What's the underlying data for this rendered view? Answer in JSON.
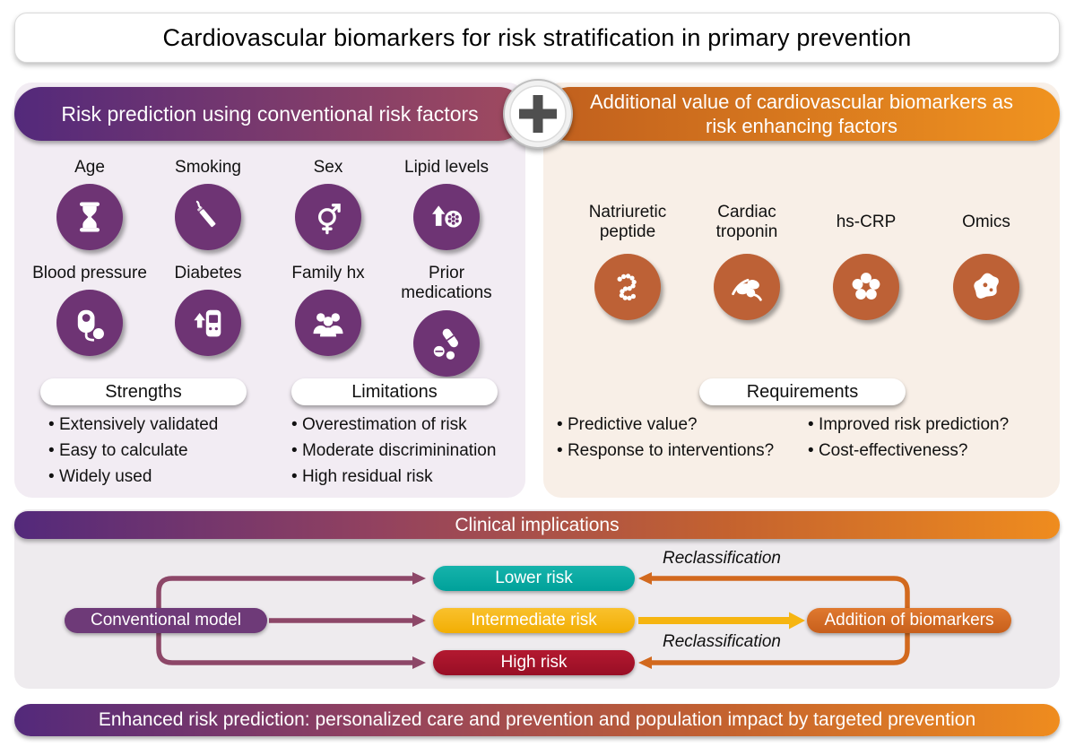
{
  "title": "Cardiovascular biomarkers for risk stratification in primary prevention",
  "left_panel": {
    "header": "Risk prediction using conventional risk factors",
    "factors": [
      {
        "label": "Age",
        "icon": "hourglass-icon"
      },
      {
        "label": "Smoking",
        "icon": "cigarette-icon"
      },
      {
        "label": "Sex",
        "icon": "sex-symbol-icon"
      },
      {
        "label": "Lipid levels",
        "icon": "lipid-particle-icon"
      },
      {
        "label": "Blood pressure",
        "icon": "blood-pressure-icon"
      },
      {
        "label": "Diabetes",
        "icon": "glucometer-icon"
      },
      {
        "label": "Family hx",
        "icon": "family-icon"
      },
      {
        "label": "Prior medications",
        "icon": "medications-icon"
      }
    ],
    "strengths": {
      "title": "Strengths",
      "items": [
        "Extensively validated",
        "Easy to calculate",
        "Widely used"
      ]
    },
    "limitations": {
      "title": "Limitations",
      "items": [
        "Overestimation of risk",
        "Moderate discriminination",
        "High residual risk"
      ]
    }
  },
  "right_panel": {
    "header": "Additional value of cardiovascular biomarkers as risk enhancing factors",
    "biomarkers": [
      {
        "label": "Natriuretic peptide",
        "icon": "peptide-chain-icon"
      },
      {
        "label": "Cardiac troponin",
        "icon": "troponin-molecule-icon"
      },
      {
        "label": "hs-CRP",
        "icon": "crp-pentamer-icon"
      },
      {
        "label": "Omics",
        "icon": "omics-icon"
      }
    ],
    "requirements": {
      "title": "Requirements",
      "col1": [
        "Predictive value?",
        "Response to interventions?"
      ],
      "col2": [
        "Improved risk prediction?",
        "Cost-effectiveness?"
      ]
    }
  },
  "clinical": {
    "header": "Clinical implications",
    "conventional_model": "Conventional model",
    "risk_levels": [
      {
        "label": "Lower risk",
        "color": "#00a8a1"
      },
      {
        "label": "Intermediate risk",
        "color": "#f6b511"
      },
      {
        "label": "High risk",
        "color": "#a5122b"
      }
    ],
    "addition": "Addition of biomarkers",
    "reclassification_top": "Reclassification",
    "reclassification_bottom": "Reclassification"
  },
  "footer": "Enhanced risk prediction: personalized care and prevention and population impact by targeted prevention",
  "colors": {
    "purple_icon": "#6e3474",
    "rust_icon": "#bd6136",
    "purple_header_start": "#53297b",
    "maroon": "#a04a5f",
    "orange_header": "#f0931f",
    "teal": "#00a8a1",
    "yellow": "#f6b511",
    "red": "#a5122b",
    "purple_pill": "#6e3a78",
    "orange_pill": "#d2691e"
  }
}
